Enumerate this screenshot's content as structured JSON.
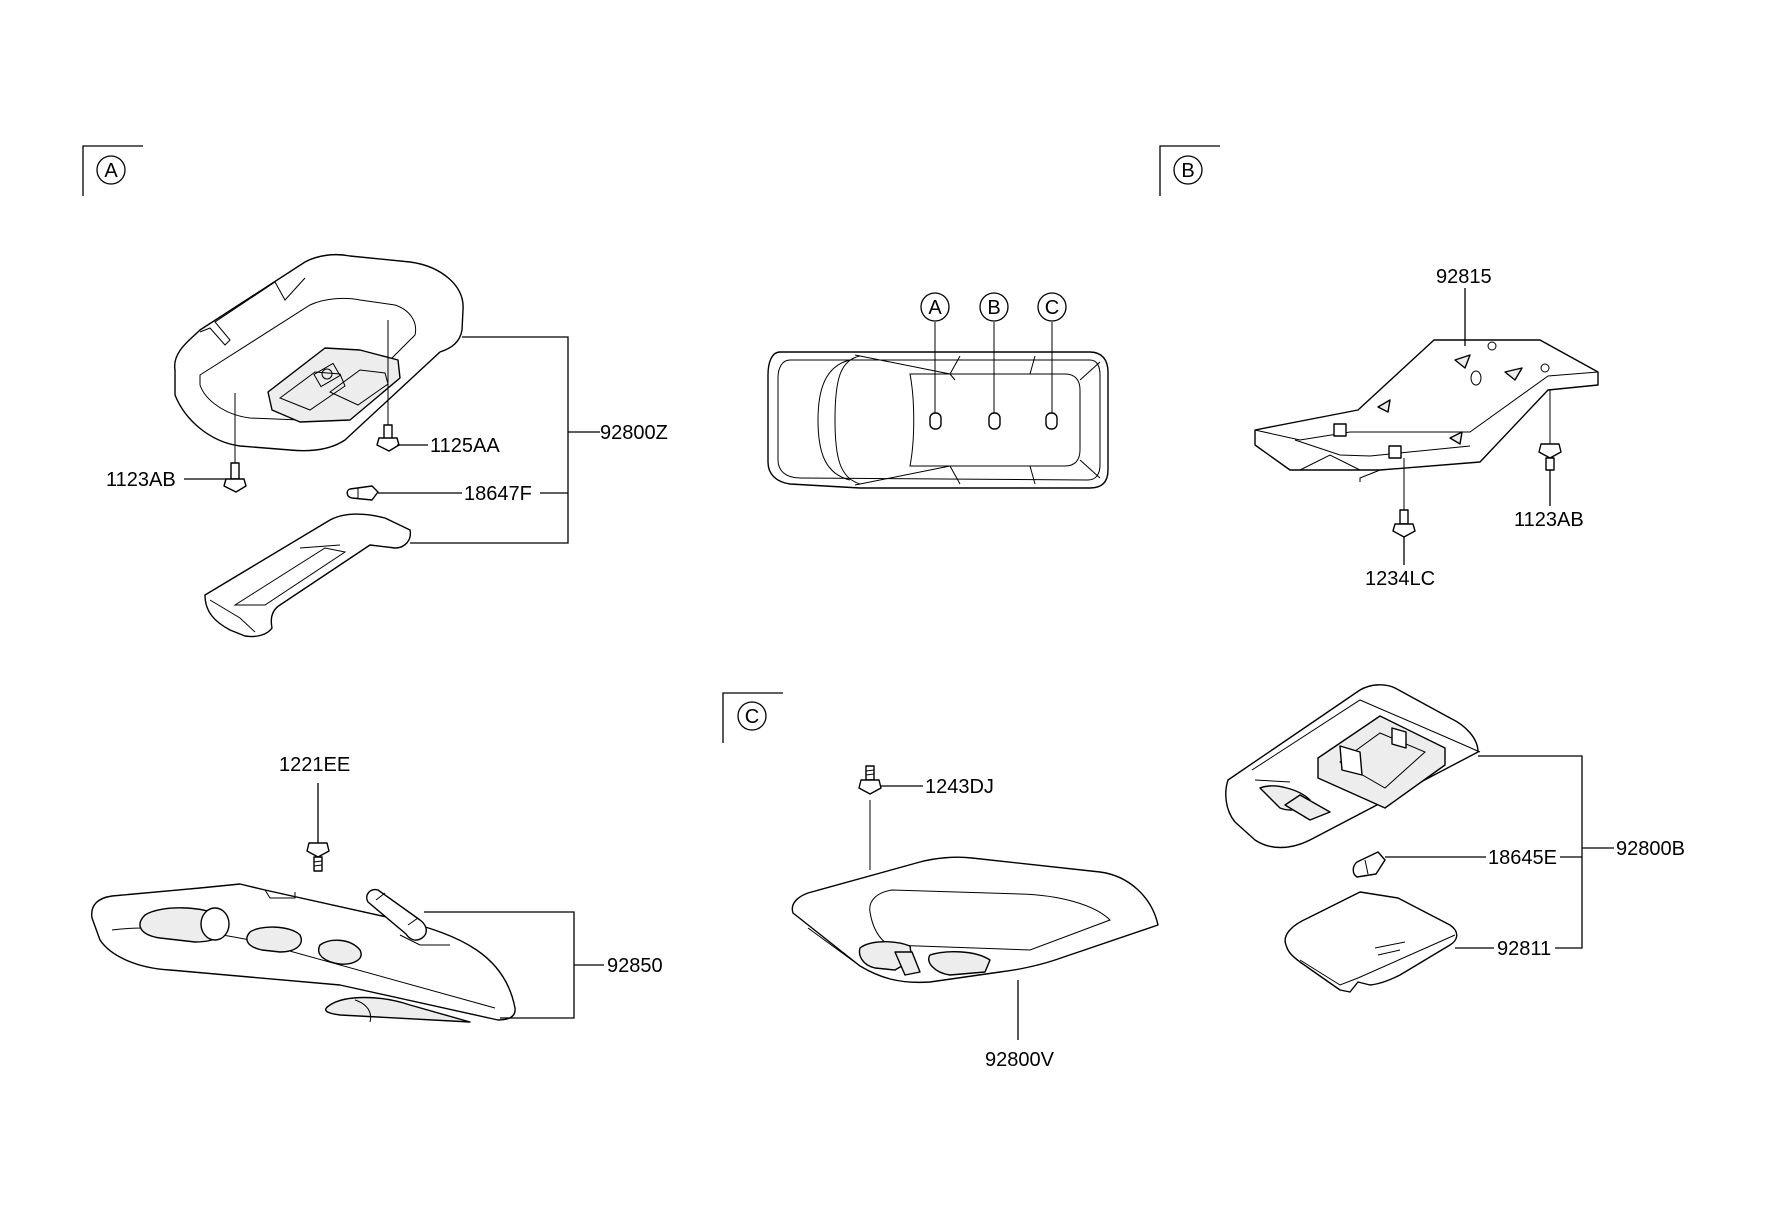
{
  "section_marks": {
    "a": "A",
    "b": "B",
    "c": "C"
  },
  "roof_marks": {
    "a": "A",
    "b": "B",
    "c": "C"
  },
  "part_numbers": {
    "a_lamp_assembly": "92800Z",
    "a_screw_side": "1123AB",
    "a_screw_center": "1125AA",
    "a_bulb": "18647F",
    "b_bracket": "92815",
    "b_screw_right": "1123AB",
    "b_screw_bottom": "1234LC",
    "console_screw": "1221EE",
    "console_lamp": "92850",
    "c_screw": "1243DJ",
    "c_lamp": "92800V",
    "room_lamp_assembly": "92800B",
    "room_bulb": "18645E",
    "room_lens": "92811"
  }
}
